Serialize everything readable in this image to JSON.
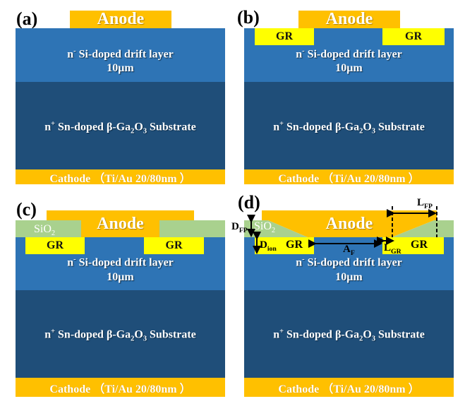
{
  "panels": [
    {
      "label": "(a)",
      "anode": "Anode",
      "drift_line1_prefix": "n",
      "drift_line1_sup": "-",
      "drift_line1_rest": " Si-doped drift layer",
      "drift_line2": "10μm",
      "substrate_prefix": "n",
      "substrate_sup": "+",
      "substrate_mid": " Sn-doped β-Ga",
      "substrate_sub1": "2",
      "substrate_o": "O",
      "substrate_sub2": "3",
      "substrate_rest": " Substrate",
      "cathode": "Cathode （Ti/Au 20/80nm ）"
    },
    {
      "label": "(b)",
      "anode": "Anode",
      "gr_left": "GR",
      "gr_right": "GR",
      "drift_line1_prefix": "n",
      "drift_line1_sup": "-",
      "drift_line1_rest": " Si-doped drift layer",
      "drift_line2": "10μm",
      "substrate_prefix": "n",
      "substrate_sup": "+",
      "substrate_mid": " Sn-doped β-Ga",
      "substrate_sub1": "2",
      "substrate_o": "O",
      "substrate_sub2": "3",
      "substrate_rest": " Substrate",
      "cathode": "Cathode （Ti/Au 20/80nm ）"
    },
    {
      "label": "(c)",
      "anode": "Anode",
      "sio2_main": "SiO",
      "sio2_sub": "2",
      "gr_left": "GR",
      "gr_right": "GR",
      "drift_line1_prefix": "n",
      "drift_line1_sup": "-",
      "drift_line1_rest": " Si-doped drift layer",
      "drift_line2": "10μm",
      "substrate_prefix": "n",
      "substrate_sup": "+",
      "substrate_mid": " Sn-doped β-Ga",
      "substrate_sub1": "2",
      "substrate_o": "O",
      "substrate_sub2": "3",
      "substrate_rest": " Substrate",
      "cathode": "Cathode （Ti/Au 20/80nm ）"
    },
    {
      "label": "(d)",
      "anode": "Anode",
      "sio2_main": "SiO",
      "sio2_sub": "2",
      "gr_left": "GR",
      "gr_right": "GR",
      "drift_line1_prefix": "n",
      "drift_line1_sup": "-",
      "drift_line1_rest": " Si-doped drift layer",
      "drift_line2": "10μm",
      "substrate_prefix": "n",
      "substrate_sup": "+",
      "substrate_mid": " Sn-doped β-Ga",
      "substrate_sub1": "2",
      "substrate_o": "O",
      "substrate_sub2": "3",
      "substrate_rest": " Substrate",
      "cathode": "Cathode （Ti/Au 20/80nm ）",
      "dimensions": {
        "d_fp_main": "D",
        "d_fp_sub": "FP",
        "d_ion_main": "D",
        "d_ion_sub": "ion",
        "a_f_main": "A",
        "a_f_sub": "F",
        "l_gr_main": "L",
        "l_gr_sub": "GR",
        "l_fp_main": "L",
        "l_fp_sub": "FP"
      }
    }
  ],
  "colors": {
    "anode_cathode": "#FFC000",
    "drift_layer": "#2E74B5",
    "substrate": "#1F4E79",
    "guard_ring": "#FFFF00",
    "sio2": "#A9D18E"
  }
}
